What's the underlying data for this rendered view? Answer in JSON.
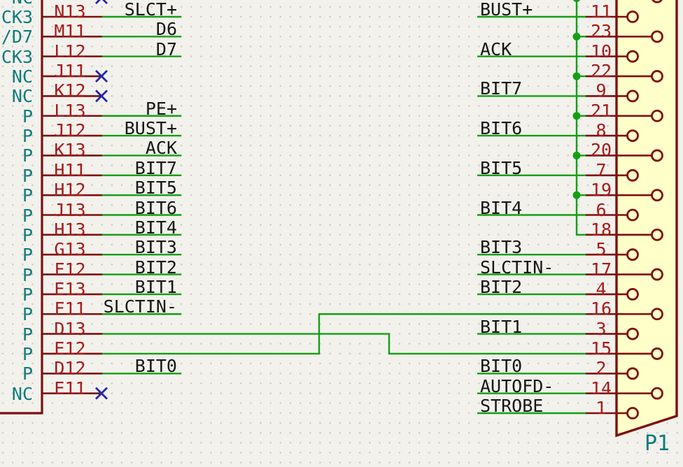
{
  "app": "schematic-editor",
  "colors": {
    "background": "#F2F1EC",
    "grid_dot": "#C7C6C0",
    "outline_red": "#7E0F0F",
    "number_red": "#A51B1B",
    "pin_name_teal": "#0E7C7C",
    "wire_green": "#13A013",
    "label_black": "#161616",
    "no_connect_blue": "#2525AE",
    "connector_fill": "#FFFFC9"
  },
  "left_component": {
    "partial_top_pin": {
      "name": "NC",
      "no_connect": true
    },
    "pins": [
      {
        "number": "N13",
        "name": "CK3",
        "label": "SLCT+",
        "conn": "label"
      },
      {
        "number": "M11",
        "name": "/D7",
        "label": "D6",
        "conn": "label"
      },
      {
        "number": "L12",
        "name": "CK3",
        "label": "D7",
        "conn": "label"
      },
      {
        "number": "J11",
        "name": "NC",
        "label": "",
        "conn": "nc"
      },
      {
        "number": "K12",
        "name": "NC",
        "label": "",
        "conn": "nc"
      },
      {
        "number": "L13",
        "name": "P",
        "label": "PE+",
        "conn": "label"
      },
      {
        "number": "J12",
        "name": "P",
        "label": "BUST+",
        "conn": "label"
      },
      {
        "number": "K13",
        "name": "P",
        "label": "ACK",
        "conn": "label"
      },
      {
        "number": "H11",
        "name": "P",
        "label": "BIT7",
        "conn": "label"
      },
      {
        "number": "H12",
        "name": "P",
        "label": "BIT5",
        "conn": "label"
      },
      {
        "number": "J13",
        "name": "P",
        "label": "BIT6",
        "conn": "label"
      },
      {
        "number": "H13",
        "name": "P",
        "label": "BIT4",
        "conn": "label"
      },
      {
        "number": "G13",
        "name": "P",
        "label": "BIT3",
        "conn": "label"
      },
      {
        "number": "F12",
        "name": "P",
        "label": "BIT2",
        "conn": "label"
      },
      {
        "number": "E13",
        "name": "P",
        "label": "BIT1",
        "conn": "label"
      },
      {
        "number": "F11",
        "name": "P",
        "label": "SLCTIN-",
        "conn": "label"
      },
      {
        "number": "D13",
        "name": "P",
        "label": "",
        "conn": "route_to_15"
      },
      {
        "number": "E12",
        "name": "P",
        "label": "",
        "conn": "route_to_16"
      },
      {
        "number": "D12",
        "name": "P",
        "label": "BIT0",
        "conn": "label"
      },
      {
        "number": "E11",
        "name": "NC",
        "label": "",
        "conn": "nc"
      }
    ]
  },
  "right_connector": {
    "reference": "P1",
    "partial_top_pin": {
      "column": "outer",
      "junction": true
    },
    "pins": [
      {
        "number": "11",
        "label": "BUST+",
        "column": "inner",
        "conn": "label"
      },
      {
        "number": "23",
        "label": "",
        "column": "outer",
        "conn": "bus",
        "junction": true
      },
      {
        "number": "10",
        "label": "ACK",
        "column": "inner",
        "conn": "label"
      },
      {
        "number": "22",
        "label": "",
        "column": "outer",
        "conn": "bus",
        "junction": true
      },
      {
        "number": "9",
        "label": "BIT7",
        "column": "inner",
        "conn": "label"
      },
      {
        "number": "21",
        "label": "",
        "column": "outer",
        "conn": "bus",
        "junction": true
      },
      {
        "number": "8",
        "label": "BIT6",
        "column": "inner",
        "conn": "label"
      },
      {
        "number": "20",
        "label": "",
        "column": "outer",
        "conn": "bus",
        "junction": true
      },
      {
        "number": "7",
        "label": "BIT5",
        "column": "inner",
        "conn": "label"
      },
      {
        "number": "19",
        "label": "",
        "column": "outer",
        "conn": "bus",
        "junction": true
      },
      {
        "number": "6",
        "label": "BIT4",
        "column": "inner",
        "conn": "label"
      },
      {
        "number": "18",
        "label": "",
        "column": "outer",
        "conn": "bus_end"
      },
      {
        "number": "5",
        "label": "BIT3",
        "column": "inner",
        "conn": "label"
      },
      {
        "number": "17",
        "label": "SLCTIN-",
        "column": "outer",
        "conn": "label"
      },
      {
        "number": "4",
        "label": "BIT2",
        "column": "inner",
        "conn": "label"
      },
      {
        "number": "16",
        "label": "",
        "column": "outer",
        "conn": "route_from_e12"
      },
      {
        "number": "3",
        "label": "BIT1",
        "column": "inner",
        "conn": "label"
      },
      {
        "number": "15",
        "label": "",
        "column": "outer",
        "conn": "route_from_d13"
      },
      {
        "number": "2",
        "label": "BIT0",
        "column": "inner",
        "conn": "label"
      },
      {
        "number": "14",
        "label": "AUTOFD-",
        "column": "outer",
        "conn": "label"
      },
      {
        "number": "1",
        "label": "STROBE",
        "column": "inner",
        "conn": "label"
      }
    ]
  }
}
